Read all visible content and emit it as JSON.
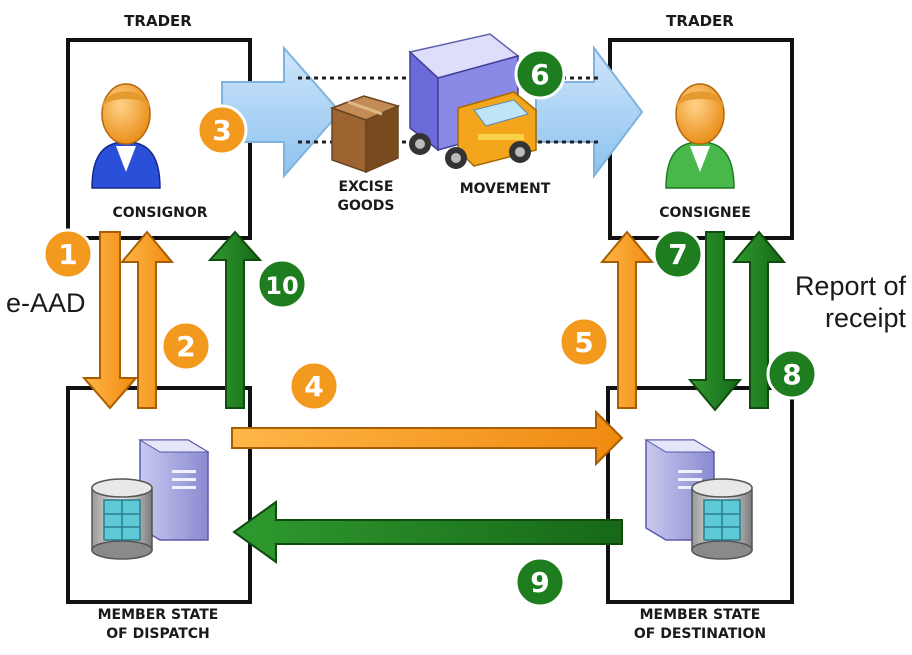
{
  "titles": {
    "trader_left": "TRADER",
    "trader_right": "TRADER"
  },
  "actors": {
    "consignor": "CONSIGNOR",
    "consignee": "CONSIGNEE"
  },
  "goods": {
    "line1": "EXCISE",
    "line2": "GOODS",
    "movement": "MOVEMENT"
  },
  "member_states": {
    "dispatch_line1": "MEMBER STATE",
    "dispatch_line2": "OF DISPATCH",
    "destination_line1": "MEMBER STATE",
    "destination_line2": "OF DESTINATION"
  },
  "annotations": {
    "eaad": "e-AAD",
    "report_line1": "Report of",
    "report_line2": "receipt"
  },
  "steps": [
    {
      "num": "1",
      "color": "#f39a1e"
    },
    {
      "num": "2",
      "color": "#f39a1e"
    },
    {
      "num": "3",
      "color": "#f39a1e"
    },
    {
      "num": "4",
      "color": "#f39a1e"
    },
    {
      "num": "5",
      "color": "#f39a1e"
    },
    {
      "num": "6",
      "color": "#1e7d1e"
    },
    {
      "num": "7",
      "color": "#1e7d1e"
    },
    {
      "num": "8",
      "color": "#1e7d1e"
    },
    {
      "num": "9",
      "color": "#1e7d1e"
    },
    {
      "num": "10",
      "color": "#1e7d1e"
    }
  ],
  "colors": {
    "orange": "#f39a1e",
    "green": "#1e7d1e",
    "light_blue": "#b4d8f6",
    "box_border": "#111111"
  }
}
